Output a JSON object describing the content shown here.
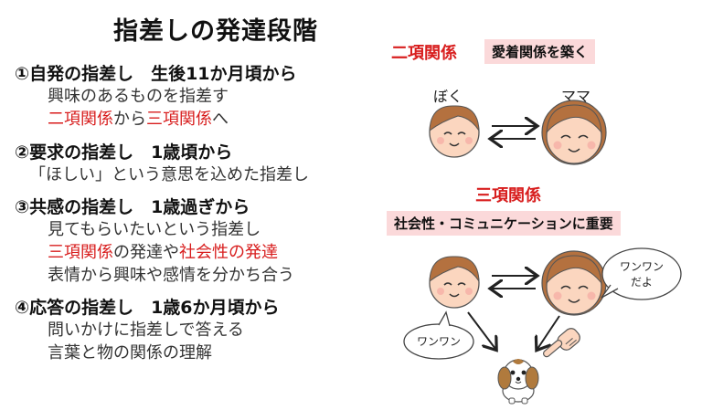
{
  "title": "指差しの発達段階",
  "stages": [
    {
      "heading": "①自発の指差し　生後11か月頃から",
      "lines": [
        [
          {
            "t": "興味のあるものを指差す",
            "red": false
          }
        ],
        [
          {
            "t": "二項関係",
            "red": true
          },
          {
            "t": "から",
            "red": false
          },
          {
            "t": "三項関係",
            "red": true
          },
          {
            "t": "へ",
            "red": false
          }
        ]
      ]
    },
    {
      "heading": "②要求の指差し　1歳頃から",
      "lines": [
        [
          {
            "t": "「ほしい」という意思を込めた指差し",
            "red": false
          }
        ]
      ]
    },
    {
      "heading": "③共感の指差し　1歳過ぎから",
      "lines": [
        [
          {
            "t": "見てもらいたいという指差し",
            "red": false
          }
        ],
        [
          {
            "t": "三項関係",
            "red": true
          },
          {
            "t": "の発達や",
            "red": false
          },
          {
            "t": "社会性の発達",
            "red": true
          }
        ],
        [
          {
            "t": "表情から興味や感情を分かち合う",
            "red": false
          }
        ]
      ]
    },
    {
      "heading": "④応答の指差し　1歳6か月頃から",
      "lines": [
        [
          {
            "t": "問いかけに指差しで答える",
            "red": false
          }
        ],
        [
          {
            "t": "言葉と物の関係の理解",
            "red": false
          }
        ]
      ]
    }
  ],
  "dyadic": {
    "label": "二項関係",
    "tag": "愛着関係を築く",
    "child_name": "ぼく",
    "mother_name": "ママ"
  },
  "triadic": {
    "label": "三項関係",
    "tag": "社会性・コミュニケーションに重要",
    "child_bubble": "ワンワン",
    "mother_bubble_1": "ワンワン",
    "mother_bubble_2": "だよ"
  },
  "colors": {
    "accent_red": "#d81e1e",
    "tag_pink": "#fbd9da",
    "skin": "#fbd6bf",
    "hair": "#b4713f"
  }
}
